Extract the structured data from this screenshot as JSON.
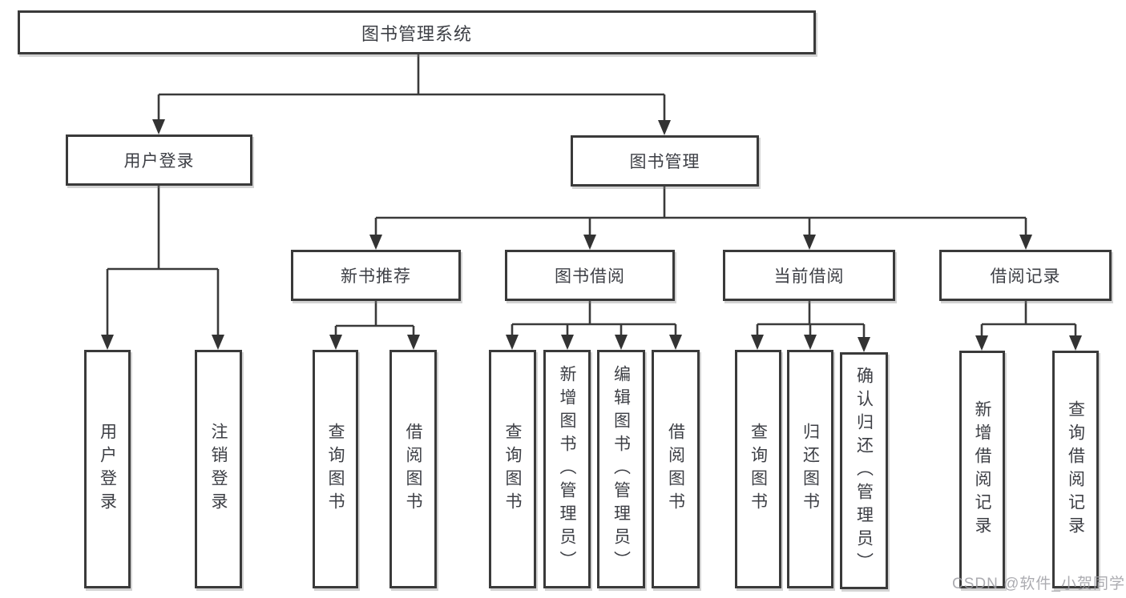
{
  "diagram": {
    "root": {
      "label": "图书管理系统",
      "children": [
        {
          "label": "用户登录",
          "children": [
            {
              "label": "用户登录"
            },
            {
              "label": "注销登录"
            }
          ]
        },
        {
          "label": "图书管理",
          "children": [
            {
              "label": "新书推荐",
              "children": [
                {
                  "label": "查询图书"
                },
                {
                  "label": "借阅图书"
                }
              ]
            },
            {
              "label": "图书借阅",
              "children": [
                {
                  "label": "查询图书"
                },
                {
                  "label": "新增图书（管理员）"
                },
                {
                  "label": "编辑图书（管理员）"
                },
                {
                  "label": "借阅图书"
                }
              ]
            },
            {
              "label": "当前借阅",
              "children": [
                {
                  "label": "查询图书"
                },
                {
                  "label": "归还图书"
                },
                {
                  "label": "确认归还（管理员）"
                }
              ]
            },
            {
              "label": "借阅记录",
              "children": [
                {
                  "label": "新增借阅记录"
                },
                {
                  "label": "查询借阅记录"
                }
              ]
            }
          ]
        }
      ]
    }
  },
  "watermark": {
    "text": "CSDN @软件_小贺同学"
  },
  "colors": {
    "line": "#3a3a3a",
    "box_border": "#3a3a3a",
    "text": "#3d3f45",
    "background": "#ffffff",
    "watermark": "#9e9ea3"
  }
}
